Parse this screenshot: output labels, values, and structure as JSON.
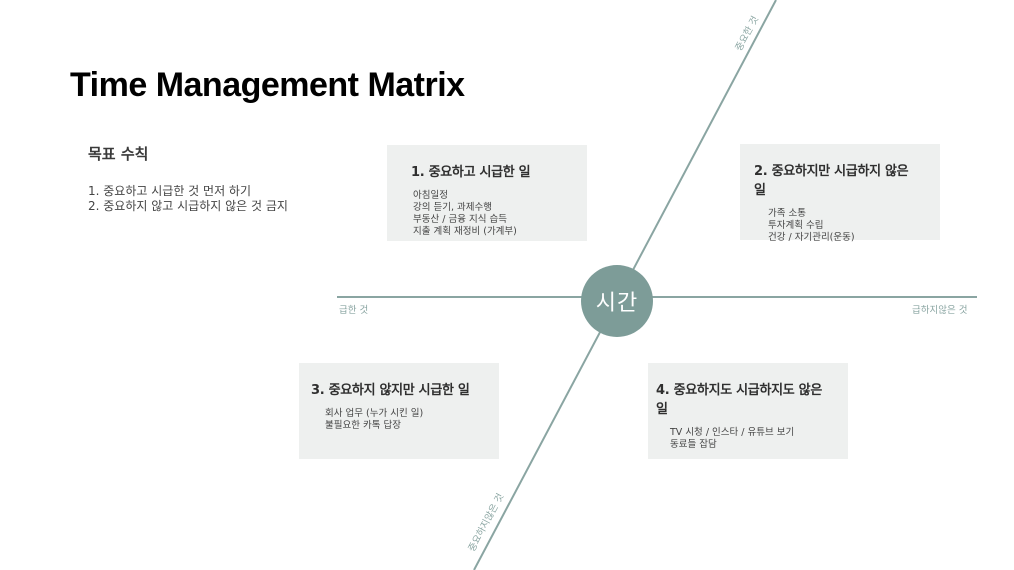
{
  "title": "Time Management Matrix",
  "goals": {
    "heading": "목표 수칙",
    "items": [
      "1. 중요하고 시급한 것 먼저 하기",
      "2. 중요하지 않고 시급하지 않은 것 금지"
    ]
  },
  "quadrants": [
    {
      "title": "1. 중요하고 시급한 일",
      "items": [
        "아침일정",
        "강의 듣기, 과제수행",
        "부동산 / 금융 지식 습득",
        "지출 계획 재정비 (가계부)"
      ]
    },
    {
      "title": "2. 중요하지만 시급하지 않은 일",
      "items": [
        "가족 소통",
        "투자계획 수립",
        "건강 / 자기관리(운동)"
      ]
    },
    {
      "title": "3. 중요하지 않지만 시급한 일",
      "items": [
        "회사 업무 (누가 시킨 일)",
        "불필요한 카톡 답장"
      ]
    },
    {
      "title": "4. 중요하지도 시급하지도 않은 일",
      "items": [
        "TV 시청 / 인스타 / 유튜브 보기",
        "동료들 잡담"
      ]
    }
  ],
  "center": "시간",
  "axes": {
    "urgent": "급한 것",
    "not_urgent": "급하지않은 것",
    "important": "중요한 것",
    "not_important": "중요하지않은 것"
  },
  "colors": {
    "accent": "#7d9c98",
    "box_bg": "#eef0ef",
    "axis": "#8aa5a2"
  }
}
